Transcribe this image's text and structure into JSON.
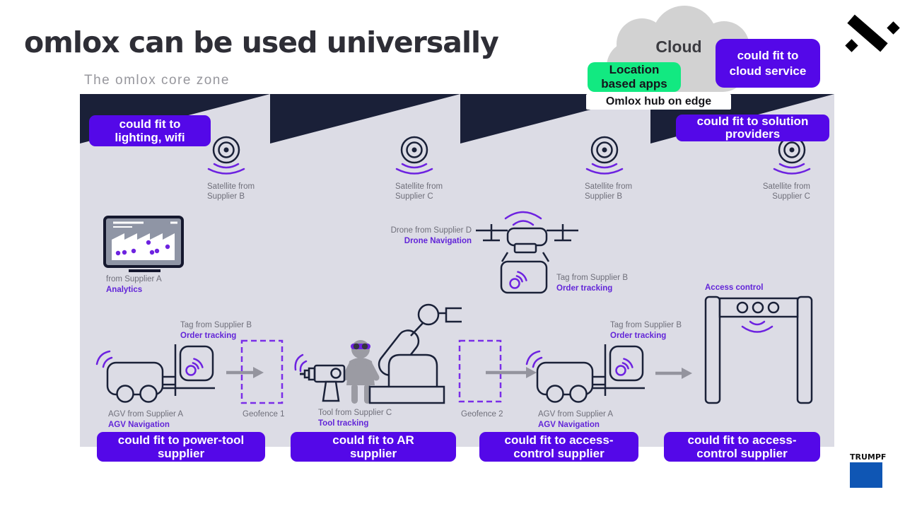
{
  "slide": {
    "title": "omlox can be used universally",
    "subtitle": "The omlox core zone"
  },
  "colors": {
    "accent_purple": "#5408e8",
    "icon_purple": "#6d22e0",
    "green": "#12e981",
    "roof_navy": "#1a2038",
    "diagram_bg": "#dcdce5",
    "trumpf_blue": "#0f56b4"
  },
  "cloud": {
    "label": "Cloud",
    "location_apps": {
      "line1": "Location",
      "line2": "based apps"
    },
    "hub_edge": "Omlox hub on edge"
  },
  "callouts": {
    "cloud_service": {
      "line1": "could fit to",
      "line2": "cloud service"
    },
    "lighting": {
      "line1": "could fit to",
      "line2": "lighting, wifi"
    },
    "solution": {
      "line1": "could fit to solution",
      "line2": "providers"
    },
    "power_tool": {
      "line1": "could fit to power-tool",
      "line2": "supplier"
    },
    "ar": {
      "line1": "could fit to AR",
      "line2": "supplier"
    },
    "access1": {
      "line1": "could fit to access-",
      "line2": "control supplier"
    },
    "access2": {
      "line1": "could fit to access-",
      "line2": "control supplier"
    }
  },
  "diagram": {
    "satellites": [
      {
        "name": "Satellite from",
        "supplier": "Supplier B"
      },
      {
        "name": "Satellite from",
        "supplier": "Supplier C"
      },
      {
        "name": "Satellite from",
        "supplier": "Supplier B"
      },
      {
        "name": "Satellite from",
        "supplier": "Supplier C"
      }
    ],
    "monitor": {
      "from": "from Supplier A",
      "service": "Analytics"
    },
    "drone": {
      "from": "Drone from Supplier D",
      "service": "Drone Navigation"
    },
    "drone_tag": {
      "from": "Tag from Supplier B",
      "service": "Order tracking"
    },
    "agv1_tag": {
      "from": "Tag from Supplier B",
      "service": "Order tracking"
    },
    "agv1": {
      "from": "AGV from Supplier A",
      "service": "AGV Navigation"
    },
    "geofence1": "Geofence 1",
    "tool": {
      "from": "Tool from Supplier C",
      "service": "Tool tracking"
    },
    "geofence2": "Geofence 2",
    "agv2_tag": {
      "from": "Tag from Supplier B",
      "service": "Order tracking"
    },
    "agv2": {
      "from": "AGV from Supplier A",
      "service": "AGV Navigation"
    },
    "access_control": "Access control"
  },
  "branding": {
    "trumpf": "TRUMPF"
  }
}
